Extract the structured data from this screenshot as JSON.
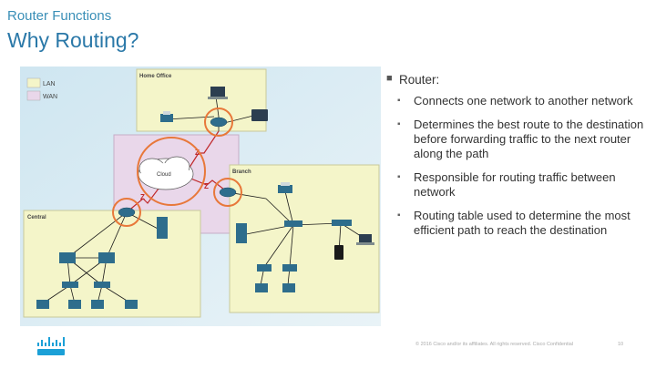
{
  "header": {
    "section": "Router Functions",
    "title": "Why Routing?"
  },
  "diagram": {
    "legend": [
      {
        "label": "LAN",
        "color": "#f4f5c9"
      },
      {
        "label": "WAN",
        "color": "#e9d7ea"
      }
    ],
    "zones": {
      "home_office": "Home Office",
      "branch": "Branch",
      "central": "Central",
      "cloud": "Cloud"
    },
    "colors": {
      "highlight": "#e8783a",
      "link": "#1a1a1a",
      "router": "#2e6d8c",
      "background": "#dfeef5"
    }
  },
  "bullets": {
    "heading": "Router:",
    "items": [
      "Connects one network to another network",
      "Determines the best route to the destination before forwarding traffic to the next router along the path",
      "Responsible for routing traffic between network",
      "Routing table used to determine the most efficient path to reach the destination"
    ]
  },
  "footer": {
    "copyright": "© 2016 Cisco and/or its affiliates. All rights reserved. Cisco Confidential",
    "page": "10"
  }
}
